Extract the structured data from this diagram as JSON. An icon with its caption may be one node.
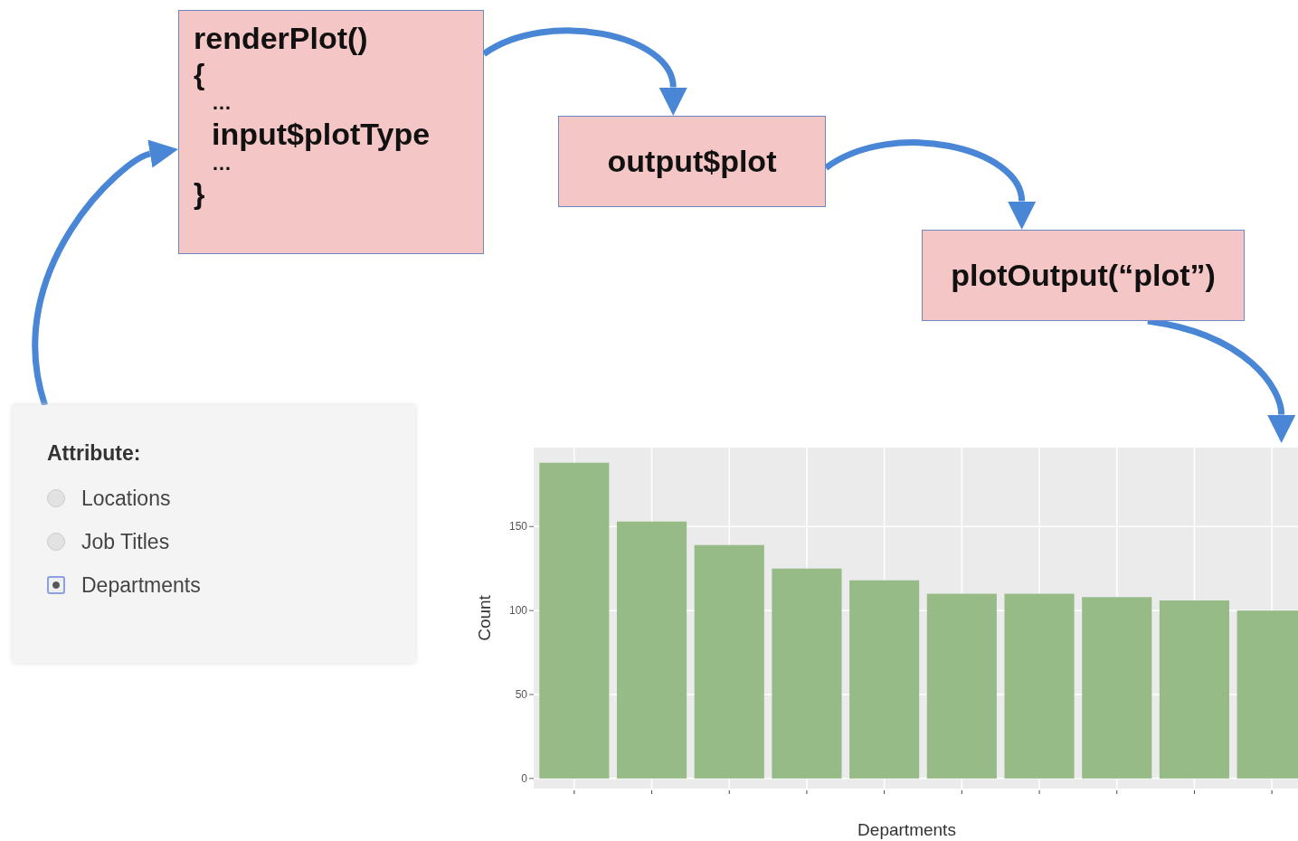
{
  "diagram": {
    "nodes": [
      {
        "text": [
          "renderPlot()",
          "{",
          "…",
          "input$plotType",
          "…",
          "}"
        ]
      },
      {
        "text": [
          "output$plot"
        ]
      },
      {
        "text": [
          "plotOutput(“plot”)"
        ]
      },
      {
        "text": [
          "Attribute:",
          "Locations",
          "Job Titles",
          "Departments"
        ]
      },
      {
        "text": [],
        "shape": "box"
      }
    ],
    "edges": [
      {
        "from": 3,
        "to": 0,
        "arrow": "to"
      },
      {
        "from": 0,
        "to": 1,
        "arrow": "to"
      },
      {
        "from": 1,
        "to": 2,
        "arrow": "to"
      },
      {
        "from": 2,
        "to": 4,
        "arrow": "to"
      }
    ],
    "chart_data": {
      "type": "bar",
      "xlabel": "Departments",
      "ylabel": "Count",
      "categories": [
        null,
        null,
        null,
        null,
        null,
        null,
        null,
        null,
        null,
        null
      ],
      "series": [
        {
          "color": "#97bb87",
          "values": [
            188,
            153,
            139,
            125,
            118,
            110,
            110,
            108,
            106,
            100
          ]
        }
      ],
      "ylim": [
        -6,
        197
      ],
      "yticks": [
        0,
        50,
        100,
        150
      ],
      "grid": true
    }
  }
}
